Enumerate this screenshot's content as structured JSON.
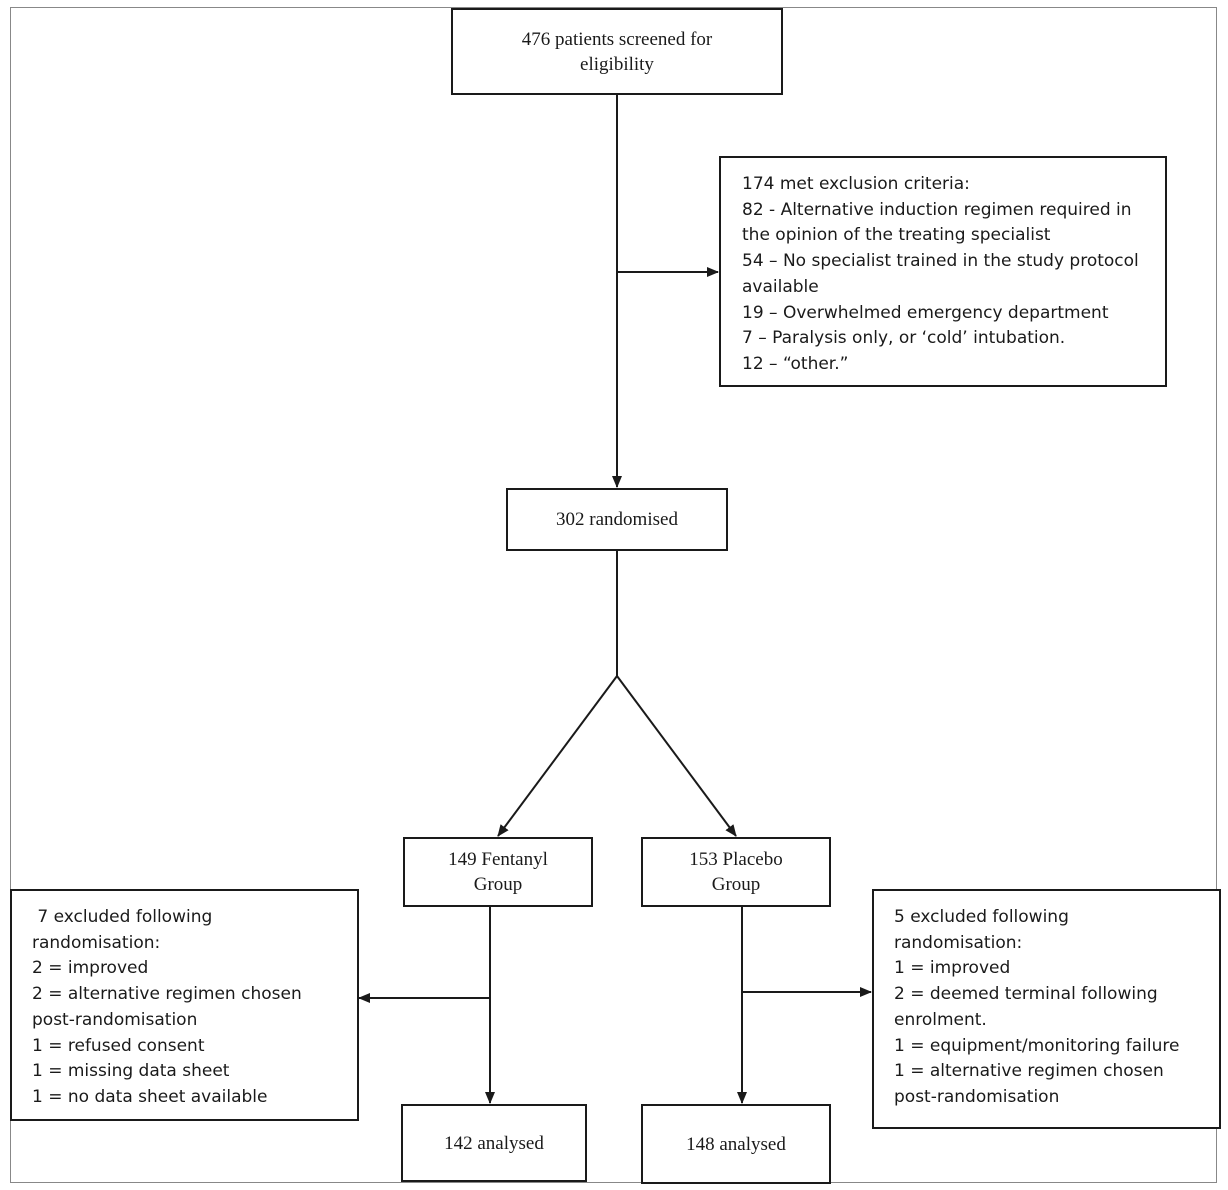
{
  "screened": {
    "lines": [
      "476 patients screened for",
      "eligibility"
    ]
  },
  "exclusion": {
    "lines": [
      "174 met exclusion criteria:",
      "82 - Alternative induction regimen required in",
      "the opinion of the treating specialist",
      "54 – No specialist trained in the study protocol",
      "available",
      "19 – Overwhelmed emergency department",
      "7 – Paralysis only, or ‘cold’ intubation.",
      "12 – “other.”"
    ]
  },
  "randomised": {
    "lines": [
      "302 randomised"
    ]
  },
  "fentanyl": {
    "lines": [
      "149 Fentanyl",
      "Group"
    ]
  },
  "placebo": {
    "lines": [
      "153 Placebo",
      "Group"
    ]
  },
  "fentanyl_excluded": {
    "lines": [
      " 7 excluded following",
      "randomisation:",
      "2 = improved",
      "2 = alternative regimen chosen",
      "post-randomisation",
      "1 = refused consent",
      "1 = missing data sheet",
      "1 = no data sheet available"
    ]
  },
  "placebo_excluded": {
    "lines": [
      "5 excluded following",
      "randomisation:",
      "1 = improved",
      "2 = deemed terminal following",
      "enrolment.",
      "1 = equipment/monitoring failure",
      "1 = alternative regimen chosen",
      "post-randomisation"
    ]
  },
  "fentanyl_analysed": {
    "lines": [
      "142 analysed"
    ]
  },
  "placebo_analysed": {
    "lines": [
      "148 analysed"
    ]
  }
}
